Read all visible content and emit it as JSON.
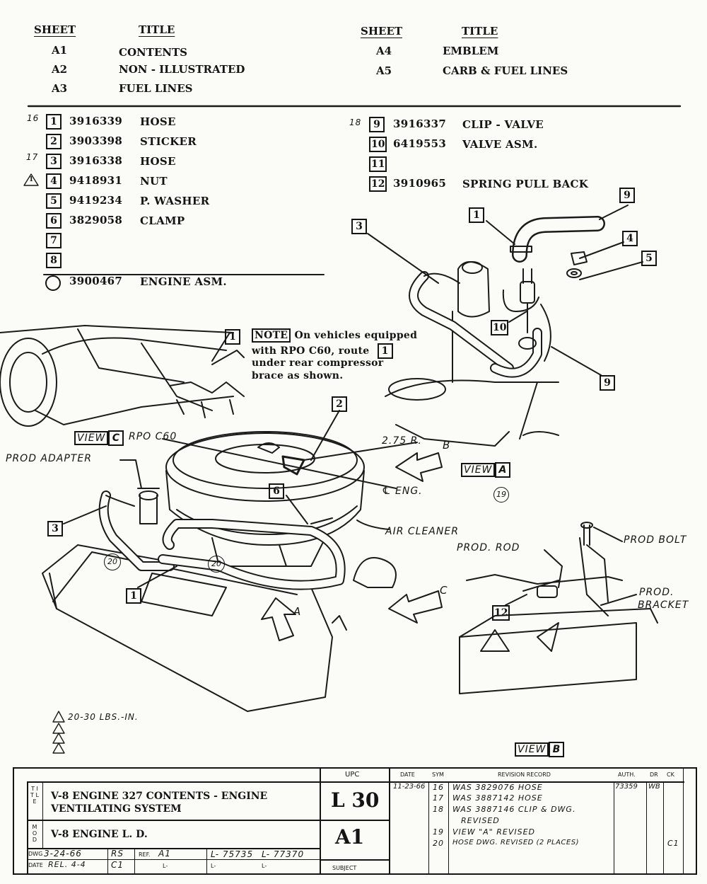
{
  "index": {
    "sheet_header": "SHEET",
    "title_header": "TITLE",
    "left": [
      {
        "sheet": "A1",
        "title": "CONTENTS"
      },
      {
        "sheet": "A2",
        "title": "NON - ILLUSTRATED"
      },
      {
        "sheet": "A3",
        "title": "FUEL LINES"
      }
    ],
    "right": [
      {
        "sheet": "A4",
        "title": "EMBLEM"
      },
      {
        "sheet": "A5",
        "title": "CARB & FUEL LINES"
      }
    ]
  },
  "parts_left": [
    {
      "ref": "16",
      "no": "1",
      "part": "3916339",
      "name": "HOSE"
    },
    {
      "ref": "",
      "no": "2",
      "part": "3903398",
      "name": "STICKER"
    },
    {
      "ref": "17",
      "no": "3",
      "part": "3916338",
      "name": "HOSE"
    },
    {
      "ref": "1",
      "no": "4",
      "part": "9418931",
      "name": "NUT"
    },
    {
      "ref": "",
      "no": "5",
      "part": "9419234",
      "name": "P. WASHER"
    },
    {
      "ref": "",
      "no": "6",
      "part": "3829058",
      "name": "CLAMP"
    },
    {
      "ref": "",
      "no": "7",
      "part": "",
      "name": ""
    },
    {
      "ref": "",
      "no": "8",
      "part": "",
      "name": ""
    }
  ],
  "engine_row": {
    "part": "3900467",
    "name": "ENGINE ASM."
  },
  "parts_right": [
    {
      "ref": "18",
      "no": "9",
      "part": "3916337",
      "name": "CLIP - VALVE"
    },
    {
      "ref": "",
      "no": "10",
      "part": "6419553",
      "name": "VALVE ASM."
    },
    {
      "ref": "",
      "no": "11",
      "part": "",
      "name": ""
    },
    {
      "ref": "",
      "no": "12",
      "part": "3910965",
      "name": "SPRING PULL BACK"
    }
  ],
  "note": {
    "tag": "NOTE",
    "line1": "On vehicles equipped",
    "line2": "with RPO C60, route",
    "line2_box": "1",
    "line3": "under rear compressor",
    "line4": "brace as shown."
  },
  "labels": {
    "view_word": "VIEW",
    "view_c": "C",
    "view_a": "A",
    "view_b": "B",
    "rpo": "RPO C60",
    "prod_adapter": "PROD  ADAPTER",
    "radius": "2.75 R.",
    "eng": "℄ ENG.",
    "air_cleaner": "AIR CLEANER",
    "prod_rod": "PROD. ROD",
    "prod_bolt": "PROD BOLT",
    "prod_bracket_1": "PROD.",
    "prod_bracket_2": "BRACKET",
    "arrow_b": "B",
    "arrow_c": "C",
    "arrow_a": "A",
    "circ_19": "19",
    "circ_20": "20",
    "torque": "20-30 LBS.-IN."
  },
  "callouts": [
    "1",
    "2",
    "3",
    "4",
    "5",
    "6",
    "9",
    "10",
    "12"
  ],
  "title_block": {
    "title_line1": "V-8 ENGINE 327 CONTENTS - ENGINE",
    "title_line2": "VENTILATING SYSTEM",
    "mod_line": "V-8 ENGINE L. D.",
    "side_title": "T I T L E",
    "side_mod": "M O D",
    "upc_header": "UPC",
    "upc": "L 30",
    "sheet": "A1",
    "dwg_label": "DWG",
    "dwg_date": "3-24-66",
    "dwg_init": "RS",
    "ref_label": "REF.",
    "ref_value": "A1",
    "date_label": "DATE",
    "rel": "REL. 4-4",
    "rel_init": "C1",
    "l_1": "L-",
    "l_75735": "L- 75735",
    "l_77370": "L- 77370",
    "l_2": "L-",
    "l_3": "L-",
    "l_4": "L-",
    "subject": "SUBJECT",
    "rev_headers": {
      "date": "DATE",
      "sym": "SYM",
      "record": "REVISION RECORD",
      "auth": "AUTH.",
      "dr": "DR",
      "ck": "CK"
    },
    "revisions": [
      {
        "date": "11-23-66",
        "sym": "16",
        "text": "WAS 3829076 HOSE",
        "auth": "73359",
        "dr": "WB",
        "ck": ""
      },
      {
        "date": "",
        "sym": "17",
        "text": "WAS 3887142 HOSE",
        "auth": "",
        "dr": "",
        "ck": ""
      },
      {
        "date": "",
        "sym": "18",
        "text": "WAS 3887146 CLIP & DWG.",
        "auth": "",
        "dr": "",
        "ck": ""
      },
      {
        "date": "",
        "sym": "",
        "text": "REVISED",
        "auth": "",
        "dr": "",
        "ck": ""
      },
      {
        "date": "",
        "sym": "19",
        "text": "VIEW \"A\" REVISED",
        "auth": "",
        "dr": "",
        "ck": ""
      },
      {
        "date": "",
        "sym": "20",
        "text": "HOSE DWG. REVISED (2 PLACES)",
        "auth": "",
        "dr": "",
        "ck": "C1"
      }
    ]
  }
}
